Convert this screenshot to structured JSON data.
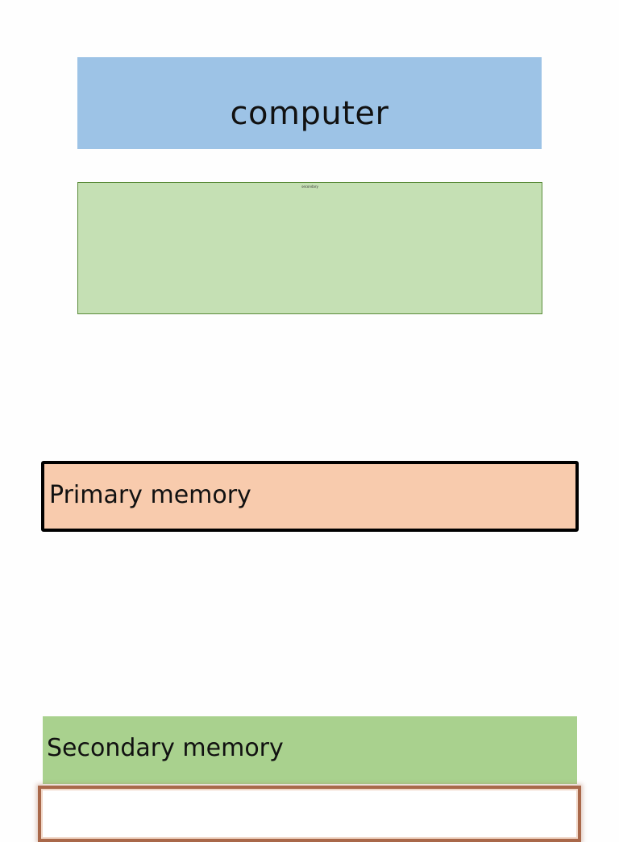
{
  "boxes": {
    "computer": {
      "label": "computer",
      "color": "#9dc3e6"
    },
    "secondary_small": {
      "label": "secondary",
      "color": "#c5e0b4"
    },
    "primary_memory": {
      "label": "Primary memory",
      "color": "#f8cbad"
    },
    "secondary_memory": {
      "label": "Secondary memory",
      "color": "#a9d18e"
    },
    "bottom": {
      "label": "",
      "border_color": "#a9684a"
    }
  }
}
